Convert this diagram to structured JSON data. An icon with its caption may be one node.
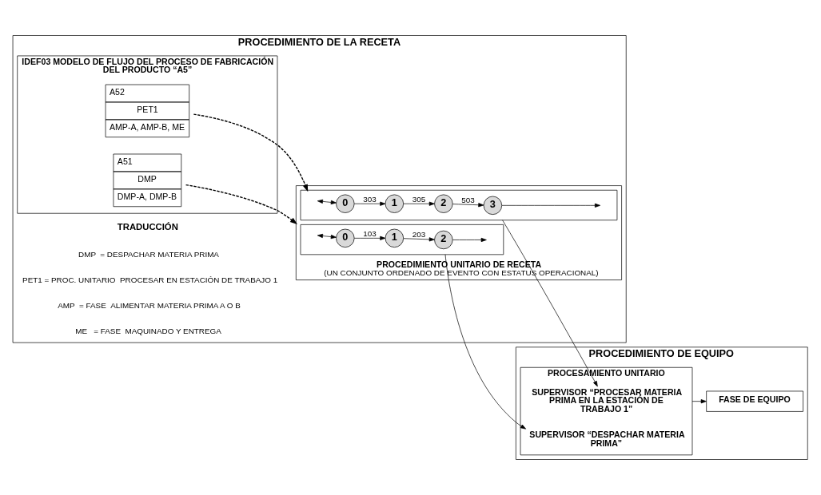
{
  "diagram": {
    "nodes": [
      {
        "text": [
          "PROCEDIMIENTO DE LA RECETA"
        ]
      },
      {
        "text": [
          "IDEF03 MODELO DE FLUJO DEL PROCESO DE FABRICACIÓN DEL PRODUCTO “A5”"
        ],
        "in": 0
      },
      {
        "text": [
          "A51",
          "DMP",
          "DMP-A, DMP-B"
        ],
        "in": 1
      },
      {
        "text": [
          "A52",
          "PET1",
          "AMP-A, AMP-B, ME"
        ],
        "in": 1
      },
      {
        "text": [
          "PROCEDIMIENTO UNITARIO DE RECETA",
          "(UN CONJUNTO ORDENADO DE EVENTO CON ESTATUS OPERACIONAL)"
        ],
        "in": 0
      },
      {
        "text": [],
        "shape": "box",
        "in": 4
      },
      {
        "text": [
          "0"
        ],
        "in": 5
      },
      {
        "text": [
          "1"
        ],
        "in": 5
      },
      {
        "text": [
          "2"
        ],
        "in": 5
      },
      {
        "text": [],
        "shape": "box",
        "in": 4
      },
      {
        "text": [
          "0"
        ],
        "in": 9
      },
      {
        "text": [
          "1"
        ],
        "in": 9
      },
      {
        "text": [
          "2"
        ],
        "in": 9
      },
      {
        "text": [
          "3"
        ],
        "in": 9
      },
      {
        "text": [
          "PROCEDIMIENTO DE EQUIPO"
        ]
      },
      {
        "text": [
          "PROCESAMIENTO UNITARIO"
        ],
        "in": 14
      },
      {
        "text": [
          "SUPERVISOR “DESPACHAR MATERIA PRIMA”"
        ],
        "in": 15
      },
      {
        "text": [
          "SUPERVISOR “PROCESAR MATERIA PRIMA EN LA ESTACIÓN DE TRABAJO 1”"
        ],
        "in": 15
      },
      {
        "text": [
          "FASE DE EQUIPO"
        ],
        "in": 14
      }
    ],
    "edges": [
      {
        "from": 2,
        "to": 4,
        "arrow": "to",
        "style": "dashed"
      },
      {
        "from": 3,
        "to": 9,
        "arrow": "to",
        "style": "dashed"
      },
      {
        "from": null,
        "to": 6,
        "arrow": "both"
      },
      {
        "from": 6,
        "to": 7,
        "arrow": "to",
        "label": "103"
      },
      {
        "from": 7,
        "to": 8,
        "arrow": "to",
        "label": "203"
      },
      {
        "from": 8,
        "to": null,
        "arrow": "to"
      },
      {
        "from": null,
        "to": 10,
        "arrow": "both"
      },
      {
        "from": 10,
        "to": 11,
        "arrow": "to",
        "label": "303"
      },
      {
        "from": 11,
        "to": 12,
        "arrow": "to",
        "label": "305"
      },
      {
        "from": 12,
        "to": 13,
        "arrow": "to",
        "label": "503"
      },
      {
        "from": 13,
        "to": null,
        "arrow": "to"
      },
      {
        "from": 5,
        "to": 16,
        "arrow": "to"
      },
      {
        "from": 9,
        "to": 17,
        "arrow": "to"
      },
      {
        "from": 15,
        "to": 18,
        "arrow": "to"
      }
    ],
    "labels": [
      "TRADUCCIÓN",
      "DMP  = DESPACHAR MATERIA PRIMA",
      "PET1 = PROC. UNITARIO  PROCESAR EN ESTACIÓN DE TRABAJO 1",
      "AMP  = FASE  ALIMENTAR MATERIA PRIMA A O B",
      "ME   = FASE  MAQUINADO Y ENTREGA"
    ]
  }
}
